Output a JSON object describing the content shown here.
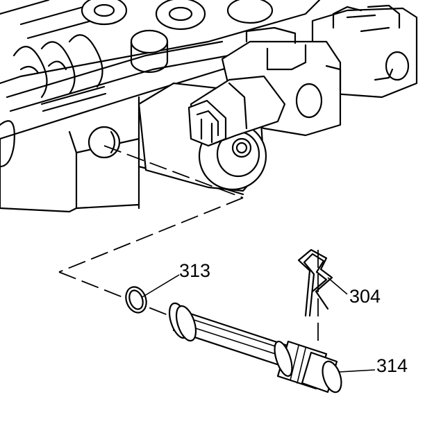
{
  "callouts": {
    "c313": "313",
    "c304": "304",
    "c314": "314"
  },
  "parts": {
    "valve_body": "valve-body",
    "solenoid": "pressure-control-solenoid",
    "seal_ring": "o-ring-seal",
    "retainer_clip": "retainer-clip",
    "valve": "valve"
  }
}
